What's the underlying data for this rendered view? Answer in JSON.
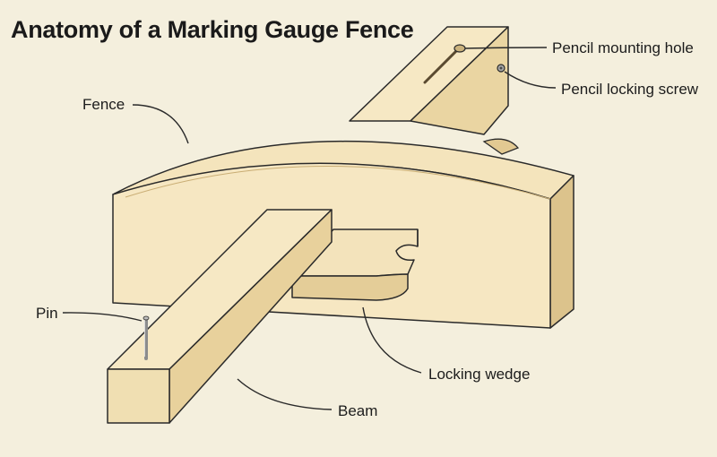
{
  "title": "Anatomy of a Marking Gauge Fence",
  "labels": {
    "pencil_mounting_hole": "Pencil mounting hole",
    "pencil_locking_screw": "Pencil locking screw",
    "fence": "Fence",
    "pin": "Pin",
    "locking_wedge": "Locking wedge",
    "beam": "Beam"
  },
  "colors": {
    "background": "#f4efdd",
    "wood_light": "#f6e7c2",
    "wood_mid": "#ecd8a8",
    "wood_dark": "#dcc48e",
    "outline": "#2a2a2a"
  }
}
